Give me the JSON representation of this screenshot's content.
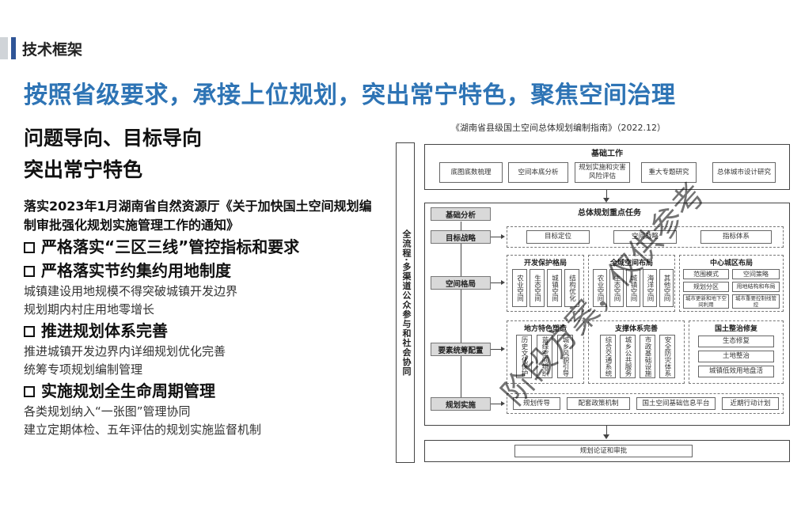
{
  "header": {
    "section_label": "技术框架",
    "title": "按照省级要求，承接上位规划，突出常宁特色，聚焦空间治理"
  },
  "left": {
    "heading1": "问题导向、目标导向",
    "heading2": "突出常宁特色",
    "lead": "落实2023年1月湖南省自然资源厅《关于加快国土空间规划编制审批强化规划实施管理工作的通知》",
    "items": [
      {
        "title": "严格落实“三区三线”管控指标和要求",
        "subs": []
      },
      {
        "title": "严格落实节约集约用地制度",
        "subs": [
          "城镇建设用地规模不得突破城镇开发边界",
          "规划期内村庄用地零增长"
        ]
      },
      {
        "title": "推进规划体系完善",
        "subs": [
          "推进城镇开发边界内详细规划优化完善",
          "统筹专项规划编制管理"
        ]
      },
      {
        "title": "实施规划全生命周期管理",
        "subs": [
          "各类规划纳入“一张图”管理协同",
          "建立定期体检、五年评估的规划实施监督机制"
        ]
      }
    ]
  },
  "diagram": {
    "title": "《湖南省县级国土空间总体规划编制指南》（2022.12）",
    "side_label": "全流程·多渠道公众参与和社会协同",
    "foundation": {
      "title": "基础工作",
      "cells": [
        "底图底数梳理",
        "空间本底分析",
        "规划实施和灾害风险评估",
        "重大专题研究",
        "总体城市设计研究"
      ]
    },
    "key_tasks_title": "总体规划重点任务",
    "steps": [
      "基础分析",
      "目标战略",
      "空间格局",
      "要素统筹配置",
      "规划实施"
    ],
    "goal_cells": [
      "目标定位",
      "空间战略",
      "指标体系"
    ],
    "space": {
      "dev_protect": {
        "title": "开发保护格局",
        "cells": [
          "农业空间",
          "生态空间",
          "城镇空间",
          "结构优化"
        ]
      },
      "region": {
        "title": "全域空间布局",
        "cells": [
          "农业空间",
          "生态空间",
          "城镇空间",
          "海洋空间",
          "其他空间"
        ]
      },
      "center": {
        "title": "中心城区布局",
        "cells": [
          "范围模式",
          "空间策略",
          "规划分区",
          "用地结构和布局",
          "城市更新和地下空间利用",
          "城市重要控制线管控"
        ]
      }
    },
    "elements": {
      "feature": {
        "title": "地方特色塑造",
        "cells": [
          "历史文化保护",
          "蓝绿空间组织",
          "城乡风貌引导"
        ]
      },
      "support": {
        "title": "支撑体系完善",
        "cells": [
          "综合交通系统",
          "城乡公共服务",
          "市政基础设施",
          "安全防灾体系"
        ]
      },
      "land": {
        "title": "国土整治修复",
        "cells": [
          "生态修复",
          "土地整治",
          "城镇低效用地盘活"
        ]
      }
    },
    "impl_cells": [
      "规划传导",
      "配套政策机制",
      "国土空间基础信息平台",
      "近期行动计划"
    ],
    "bottom": "规划论证和审批",
    "watermark": "阶段方案，仅供参考"
  },
  "colors": {
    "title_blue": "#2e74b5",
    "accent": "#2f5597",
    "step_gray": "#d9d9d9"
  }
}
